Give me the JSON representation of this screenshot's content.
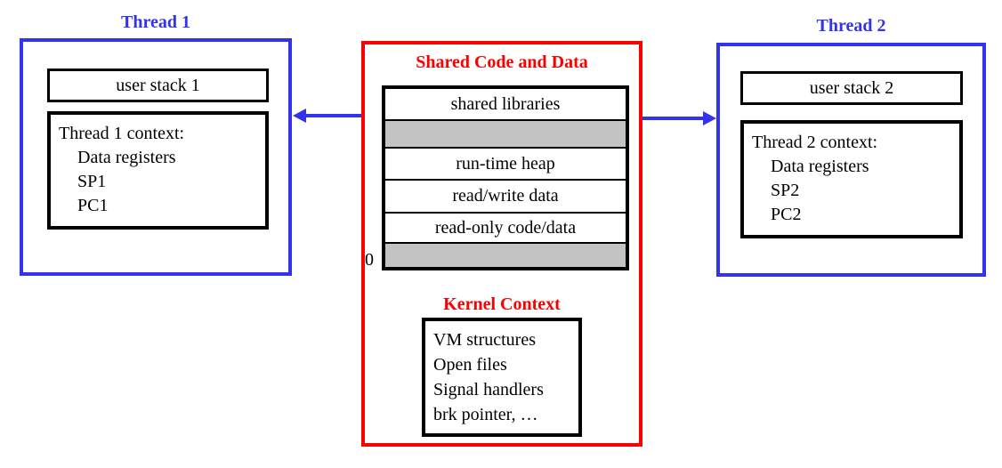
{
  "colors": {
    "blue": "#3333ee",
    "red": "#fa0000",
    "gray": "#c3c3c3"
  },
  "thread1": {
    "title": "Thread 1",
    "user_stack": "user stack 1",
    "context": {
      "heading": "Thread 1 context:",
      "items": [
        "Data registers",
        "SP1",
        "PC1"
      ]
    }
  },
  "thread2": {
    "title": "Thread 2",
    "user_stack": "user stack 2",
    "context": {
      "heading": "Thread 2 context:",
      "items": [
        "Data registers",
        "SP2",
        "PC2"
      ]
    }
  },
  "shared": {
    "title": "Shared Code and Data",
    "memory_rows": [
      {
        "label": "shared libraries",
        "type": "white"
      },
      {
        "label": "",
        "type": "gray"
      },
      {
        "label": "run-time heap",
        "type": "white"
      },
      {
        "label": "read/write data",
        "type": "white"
      },
      {
        "label": "read-only code/data",
        "type": "white"
      },
      {
        "label": "",
        "type": "gray"
      }
    ],
    "origin_label": "0"
  },
  "kernel": {
    "title": "Kernel Context",
    "items": [
      "VM structures",
      "Open files",
      "Signal handlers",
      "brk pointer, …"
    ]
  }
}
